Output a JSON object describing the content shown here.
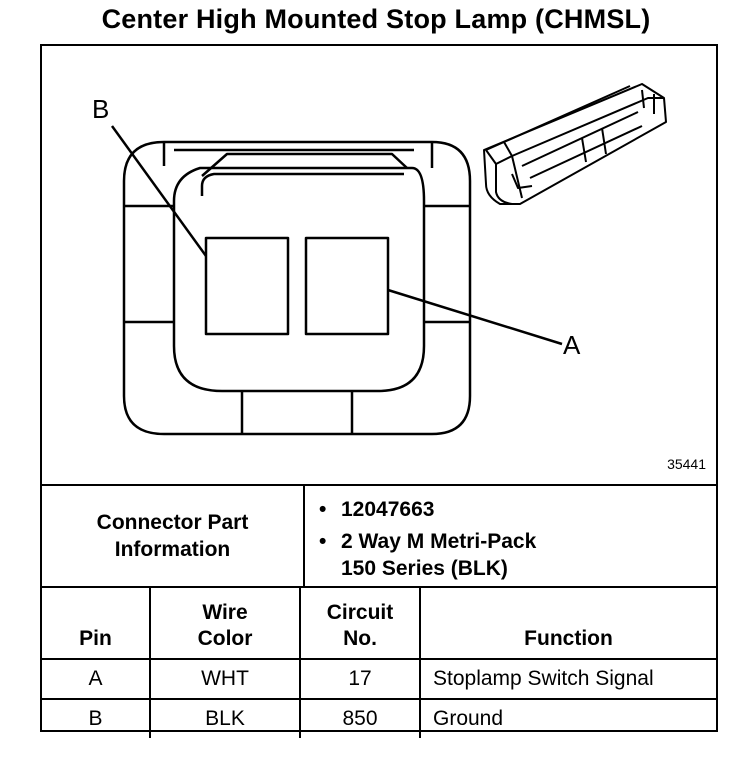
{
  "title": "Center High Mounted Stop Lamp (CHMSL)",
  "figure_number": "35441",
  "callouts": {
    "b": "B",
    "a": "A"
  },
  "connector_info": {
    "label_line1": "Connector Part",
    "label_line2": "Information",
    "part_number": "12047663",
    "description_line1": "2 Way M Metri-Pack",
    "description_line2": "150 Series (BLK)"
  },
  "pin_table": {
    "headers": {
      "pin": "Pin",
      "wire_color_line1": "Wire",
      "wire_color_line2": "Color",
      "circuit_line1": "Circuit",
      "circuit_line2": "No.",
      "function": "Function"
    },
    "rows": [
      {
        "pin": "A",
        "wire_color": "WHT",
        "circuit": "17",
        "function": "Stoplamp Switch Signal"
      },
      {
        "pin": "B",
        "wire_color": "BLK",
        "circuit": "850",
        "function": "Ground"
      }
    ]
  }
}
